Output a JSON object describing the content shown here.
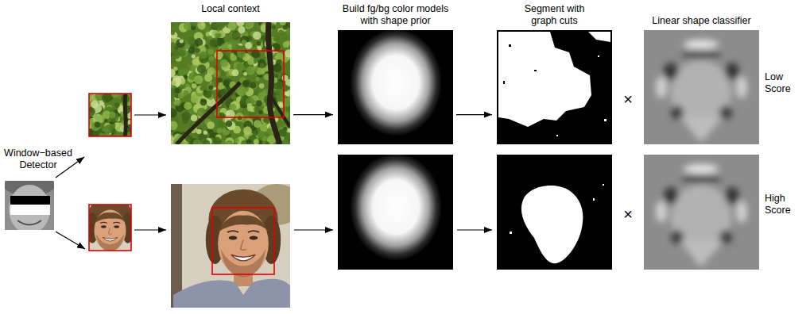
{
  "diagram": {
    "nodes": [
      {
        "text": [
          "Window−based Detector"
        ]
      },
      {
        "text": [
          "Local context"
        ]
      },
      {
        "text": [
          "Build fg/bg color models with shape prior"
        ]
      },
      {
        "text": [
          "Segment with graph cuts"
        ]
      },
      {
        "text": [
          "Linear shape classifier",
          "Low Score"
        ]
      },
      {
        "text": [
          "High Score"
        ]
      }
    ],
    "edges": [
      {
        "from": 1,
        "to": 2,
        "arrow": "to"
      },
      {
        "from": 2,
        "to": 3,
        "arrow": "to"
      }
    ],
    "labels": [
      "×",
      "×"
    ]
  }
}
